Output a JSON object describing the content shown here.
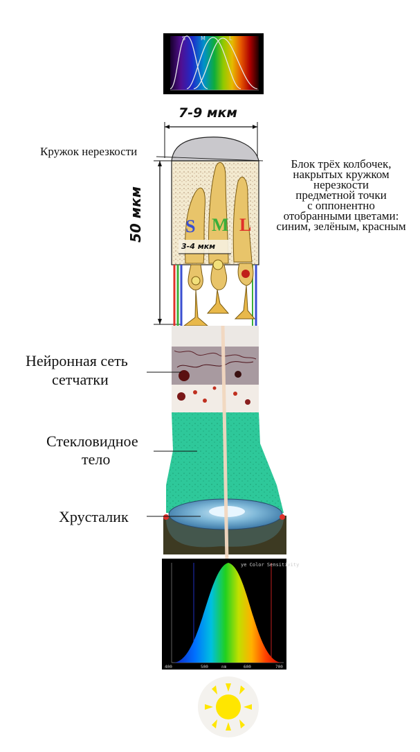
{
  "top_spectrum": {
    "cone_labels": [
      "S",
      "M",
      "L"
    ]
  },
  "measurements": {
    "width_top": "7-9 мкм",
    "height": "50 мкм",
    "width_inner": "3-4 мкм"
  },
  "cones": {
    "letters": [
      "S",
      "M",
      "L"
    ]
  },
  "labels": {
    "blur_circle": "Кружок нерезкости",
    "cone_block_lines": [
      "Блок трёх колбочек,",
      "накрытых кружком",
      "нерезкости",
      "предметной точки",
      "с оппонентно",
      "отобранными цветами:",
      "синим, зелёным, красным"
    ],
    "neural_net_line1": "Нейронная сеть",
    "neural_net_line2": "сетчатки",
    "vitreous_line1": "Стекловидное",
    "vitreous_line2": "тело",
    "lens": "Хрусталик"
  },
  "bottom_chart": {
    "title": "ye Color Sensitivity"
  },
  "colors": {
    "cone_s": "#3a4fd0",
    "cone_m": "#3cae3a",
    "cone_l": "#e0302a",
    "vitreous": "#2bc79a",
    "sun": "#ffe600"
  }
}
